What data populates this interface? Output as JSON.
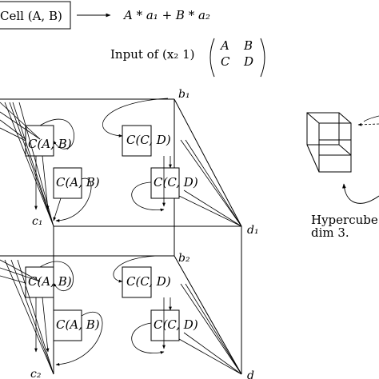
{
  "legend": {
    "cell_label": "Cell (A, B)",
    "cell_formula": "A * a₁ + B * a₂",
    "input_label": "Input of (x₂ 1)",
    "matrix": [
      "A",
      "B",
      "C",
      "D"
    ]
  },
  "cells": {
    "top_back_left": "C(A, B)",
    "top_back_right": "C(C, D)",
    "top_front_left": "C(A, B)",
    "top_front_right": "C(C, D)",
    "bottom_back_left": "C(A, B)",
    "bottom_back_right": "C(C, D)",
    "bottom_front_left": "C(A, B)",
    "bottom_front_right": "C(C, D)"
  },
  "vertices": {
    "b1": "b₁",
    "c1": "c₁",
    "d1": "d₁",
    "b2": "b₂",
    "c2": "c₂",
    "d2": "d"
  },
  "hypercube": {
    "line1": "Hypercube",
    "line2": "dim 3."
  }
}
